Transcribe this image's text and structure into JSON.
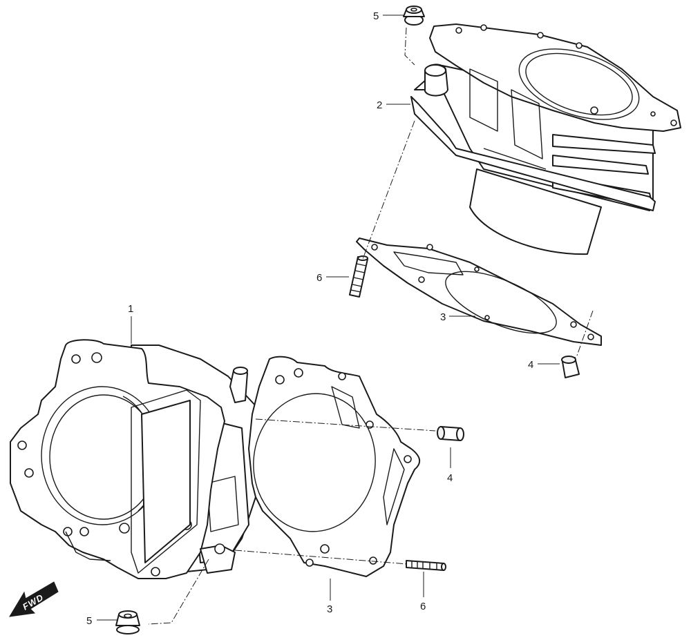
{
  "diagram": {
    "callouts": [
      {
        "id": "c-5-top",
        "label": "5"
      },
      {
        "id": "c-2",
        "label": "2"
      },
      {
        "id": "c-6-top",
        "label": "6"
      },
      {
        "id": "c-3-top",
        "label": "3"
      },
      {
        "id": "c-4-top",
        "label": "4"
      },
      {
        "id": "c-1",
        "label": "1"
      },
      {
        "id": "c-4-bottom",
        "label": "4"
      },
      {
        "id": "c-3-bottom",
        "label": "3"
      },
      {
        "id": "c-6-bottom",
        "label": "6"
      },
      {
        "id": "c-5-bottom",
        "label": "5"
      }
    ],
    "direction_label": "FWD"
  }
}
